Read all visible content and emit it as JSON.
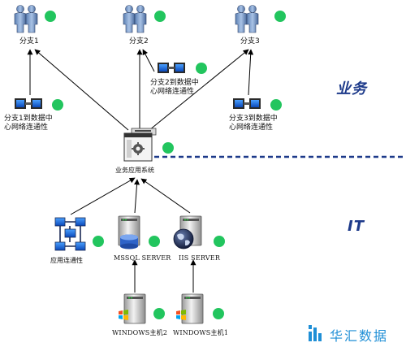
{
  "labels": {
    "branch1": "分支1",
    "branch2": "分支2",
    "branch3": "分支3",
    "conn1": "分支1到数据中心网络连通性",
    "conn2": "分支2到数据中心网络连通性",
    "conn3": "分支3到数据中心网络连通性",
    "bizsys": "业务应用系统",
    "appconn": "应用连通性",
    "mssql": "MSSQL SERVER",
    "iis": "IIS SERVER",
    "win2": "WINDOWS主机2",
    "win1": "WINDOWS主机1"
  },
  "layers": {
    "business": "业务",
    "it": "IT"
  },
  "watermark": "华汇数据",
  "colors": {
    "status_green": "#22c55e",
    "layer_text": "#1d3a8a",
    "divider": "#1d3a8a",
    "watermark": "#1f8fd6"
  }
}
